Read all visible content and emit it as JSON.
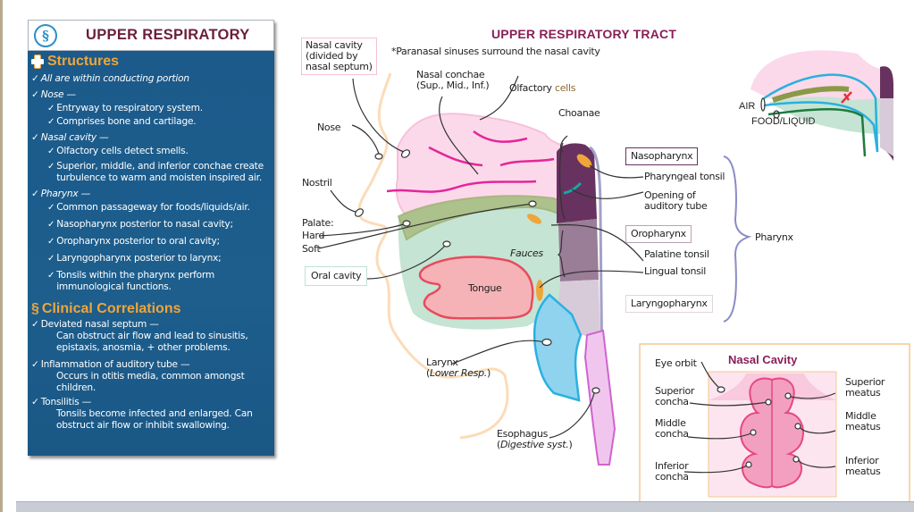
{
  "panel": {
    "title": "UPPER RESPIRATORY",
    "logo_icon": "caduceus-icon",
    "structures": {
      "heading": "Structures",
      "icon": "plus-icon",
      "items": [
        {
          "text": "All are within conducting portion",
          "sub": []
        },
        {
          "text": "Nose —",
          "sub": [
            "Entryway to respiratory system.",
            "Comprises bone and cartilage."
          ]
        },
        {
          "text": "Nasal cavity —",
          "sub": [
            "Olfactory cells detect smells.",
            "Superior, middle, and inferior conchae create turbulence to warm and moisten inspired air."
          ]
        },
        {
          "text": "Pharynx —",
          "sub": [
            "Common passageway for foods/liquids/air.",
            "Nasopharynx posterior to nasal cavity;",
            "Oropharynx posterior to oral cavity;",
            "Laryngopharynx posterior to larynx;",
            "Tonsils within the pharynx perform immunological functions."
          ]
        }
      ]
    },
    "clinical": {
      "heading": "Clinical Correlations",
      "icon": "caduceus-icon",
      "items": [
        {
          "text": "Deviated nasal septum —",
          "desc": "Can obstruct air flow and lead to sinusitis, epistaxis, anosmia, + other problems."
        },
        {
          "text": "Inflammation of auditory tube —",
          "desc": "Occurs in otitis media, common amongst children."
        },
        {
          "text": "Tonsilitis —",
          "desc": "Tonsils become infected and enlarged. Can obstruct air flow or inhibit swallowing."
        }
      ]
    }
  },
  "diagram": {
    "title": "UPPER RESPIRATORY TRACT",
    "note": "*Paranasal sinuses surround the nasal cavity",
    "labels": {
      "nasal_cavity": [
        "Nasal cavity",
        "(divided by",
        "nasal septum)"
      ],
      "nasal_conchae": [
        "Nasal conchae",
        "(Sup., Mid., Inf.)"
      ],
      "olfactory": "Olfactory",
      "olfactory_cells": "cells",
      "choanae": "Choanae",
      "nose": "Nose",
      "nostril": "Nostril",
      "palate": "Palate:",
      "hard": "Hard",
      "soft": "Soft",
      "oral_cavity": "Oral cavity",
      "fauces": "Fauces",
      "tongue": "Tongue",
      "nasopharynx": "Nasopharynx",
      "pharyngeal_tonsil": "Pharyngeal tonsil",
      "auditory_tube": [
        "Opening of",
        "auditory tube"
      ],
      "oropharynx": "Oropharynx",
      "palatine_tonsil": "Palatine tonsil",
      "lingual_tonsil": "Lingual tonsil",
      "laryngopharynx": "Laryngopharynx",
      "pharynx": "Pharynx",
      "larynx": "Larynx",
      "larynx_sub": "Lower Resp.",
      "esophagus": "Esophagus",
      "esophagus_sub": "Digestive syst."
    },
    "flow": {
      "air": "AIR",
      "food": "FOOD/LIQUID"
    },
    "nasal_cavity_inset": {
      "title": "Nasal Cavity",
      "eye_orbit": "Eye orbit",
      "superior_concha": [
        "Superior",
        "concha"
      ],
      "middle_concha": [
        "Middle",
        "concha"
      ],
      "inferior_concha": [
        "Inferior",
        "concha"
      ],
      "superior_meatus": [
        "Superior",
        "meatus"
      ],
      "middle_meatus": [
        "Middle",
        "meatus"
      ],
      "inferior_meatus": [
        "Inferior",
        "meatus"
      ]
    },
    "colors": {
      "nasal_cavity": "#fbd9ea",
      "oral_cavity": "#c5e4d3",
      "tongue": "#f5b3b7",
      "nasopharynx": "#67325f",
      "oropharynx": "#9a7d97",
      "laryngopharynx": "#d8cbd9",
      "larynx": "#8fd3ef",
      "esophagus": "#f0c6ee",
      "tonsil": "#f0a53a",
      "title": "#8a1f58"
    }
  }
}
